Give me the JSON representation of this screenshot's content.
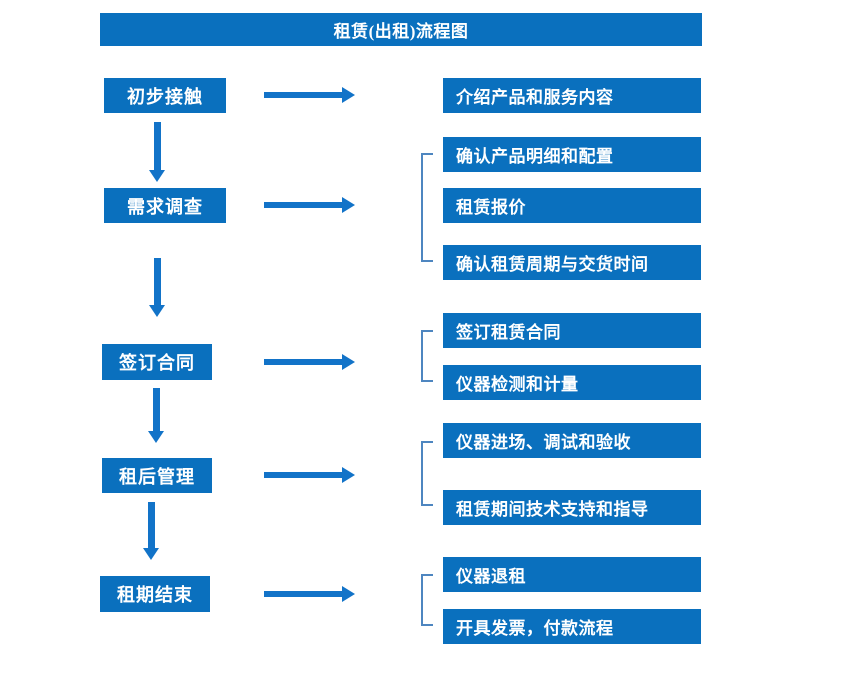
{
  "title": "租赁(出租)流程图",
  "colors": {
    "box": "#0A70BE",
    "arrow": "#1273C8",
    "bracket": "#4E86C0",
    "text": "#FFFFFF"
  },
  "steps": [
    {
      "label": "初步接触",
      "details": [
        "介绍产品和服务内容"
      ]
    },
    {
      "label": "需求调查",
      "details": [
        "确认产品明细和配置",
        "租赁报价",
        "确认租赁周期与交货时间"
      ]
    },
    {
      "label": "签订合同",
      "details": [
        "签订租赁合同",
        "仪器检测和计量"
      ]
    },
    {
      "label": "租后管理",
      "details": [
        "仪器进场、调试和验收",
        "租赁期间技术支持和指导"
      ]
    },
    {
      "label": "租期结束",
      "details": [
        "仪器退租",
        "开具发票，付款流程"
      ]
    }
  ]
}
